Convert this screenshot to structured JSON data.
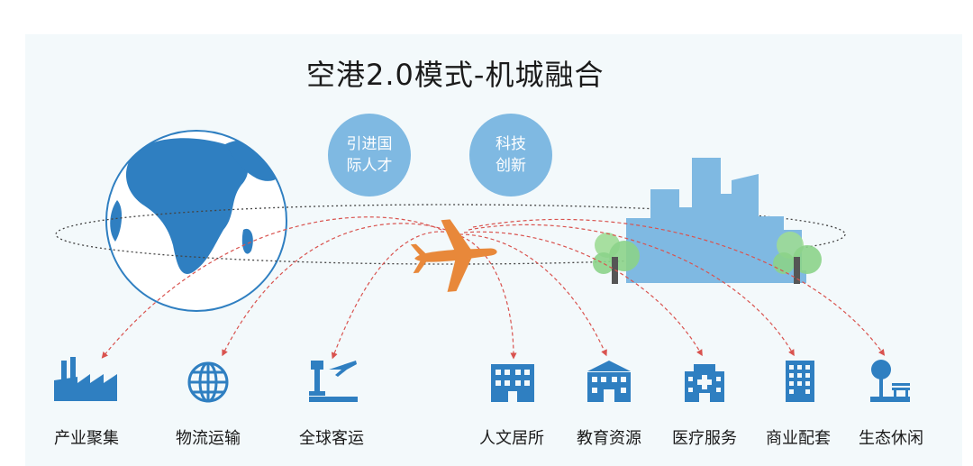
{
  "title": "空港2.0模式-机城融合",
  "bubbles": [
    {
      "line1": "引进国",
      "line2": "际人才"
    },
    {
      "line1": "科技",
      "line2": "创新"
    }
  ],
  "icons": [
    {
      "label": "产业聚集",
      "icon": "factory-icon"
    },
    {
      "label": "物流运输",
      "icon": "globe-grid-icon"
    },
    {
      "label": "全球客运",
      "icon": "airport-tower-icon"
    },
    {
      "label": "人文居所",
      "icon": "residential-building-icon"
    },
    {
      "label": "教育资源",
      "icon": "school-building-icon"
    },
    {
      "label": "医疗服务",
      "icon": "hospital-icon"
    },
    {
      "label": "商业配套",
      "icon": "office-building-icon"
    },
    {
      "label": "生态休闲",
      "icon": "park-bench-tree-icon"
    }
  ],
  "colors": {
    "blue": "#2f7fc1",
    "light_blue": "#7fb9e2",
    "orange": "#e8883a",
    "red_line": "#d9534f",
    "green": "#8cd38a"
  }
}
